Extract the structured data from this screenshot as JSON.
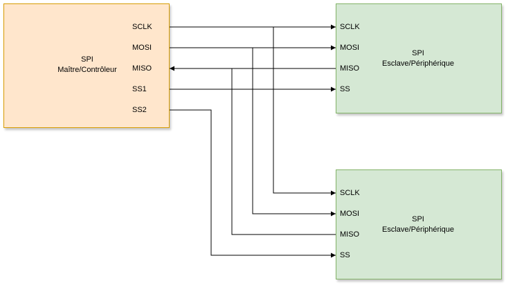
{
  "colors": {
    "master_fill": "#ffe6cc",
    "master_stroke": "#d79b00",
    "slave_fill": "#d5e8d4",
    "slave_stroke": "#82b366",
    "wire": "#000000"
  },
  "master": {
    "title_line1": "SPI",
    "title_line2": "Maître/Contrôleur",
    "ports": [
      "SCLK",
      "MOSI",
      "MISO",
      "SS1",
      "SS2"
    ]
  },
  "slaves": [
    {
      "title_line1": "SPI",
      "title_line2": "Esclave/Périphérique",
      "ports": [
        "SCLK",
        "MOSI",
        "MISO",
        "SS"
      ]
    },
    {
      "title_line1": "SPI",
      "title_line2": "Esclave/Périphérique",
      "ports": [
        "SCLK",
        "MOSI",
        "MISO",
        "SS"
      ]
    }
  ],
  "connections": [
    {
      "signal": "SCLK",
      "from": "master",
      "to": "slave1",
      "direction": "to-slave"
    },
    {
      "signal": "MOSI",
      "from": "master",
      "to": "slave1",
      "direction": "to-slave"
    },
    {
      "signal": "MISO",
      "from": "slave1",
      "to": "master",
      "direction": "to-master"
    },
    {
      "signal": "SS1",
      "from": "master",
      "to": "slave1 SS",
      "direction": "to-slave"
    },
    {
      "signal": "SCLK",
      "from": "master",
      "to": "slave2",
      "direction": "to-slave"
    },
    {
      "signal": "MOSI",
      "from": "master",
      "to": "slave2",
      "direction": "to-slave"
    },
    {
      "signal": "MISO",
      "from": "slave2",
      "to": "master",
      "direction": "shared-bus"
    },
    {
      "signal": "SS2",
      "from": "master",
      "to": "slave2 SS",
      "direction": "to-slave"
    }
  ]
}
